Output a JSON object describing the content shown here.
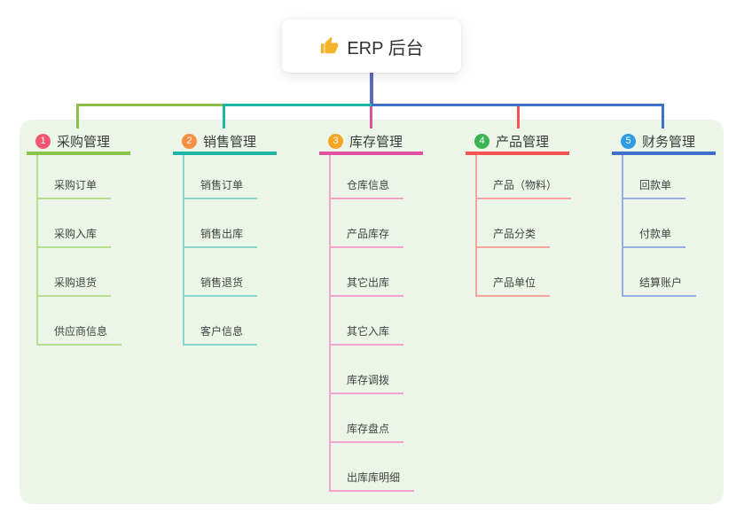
{
  "root": {
    "label": "ERP 后台",
    "icon": "thumbs-up-icon",
    "icon_color": "#f3b32a"
  },
  "colors": {
    "panel_bg": "#ebf6e8",
    "root_line": "#5b68c7",
    "text_dark": "#3b3b3b"
  },
  "branches": [
    {
      "badge": "1",
      "badge_color": "#f4566f",
      "label": "采购管理",
      "color": "#8bc34a",
      "light_color": "#b7dd93",
      "children": [
        "采购订单",
        "采购入库",
        "采购退货",
        "供应商信息"
      ]
    },
    {
      "badge": "2",
      "badge_color": "#fa8e42",
      "label": "销售管理",
      "color": "#1db5a7",
      "light_color": "#8ad6cb",
      "children": [
        "销售订单",
        "销售出库",
        "销售退货",
        "客户信息"
      ]
    },
    {
      "badge": "3",
      "badge_color": "#f6a623",
      "label": "库存管理",
      "color": "#e0519f",
      "light_color": "#f2a2cd",
      "children": [
        "仓库信息",
        "产品库存",
        "其它出库",
        "其它入库",
        "库存调拨",
        "库存盘点",
        "出库库明细"
      ]
    },
    {
      "badge": "4",
      "badge_color": "#3db452",
      "label": "产品管理",
      "color": "#f45352",
      "light_color": "#f7a3a0",
      "children": [
        "产品（物料）",
        "产品分类",
        "产品单位"
      ]
    },
    {
      "badge": "5",
      "badge_color": "#2d9ce3",
      "label": "财务管理",
      "color": "#3e70c9",
      "light_color": "#94afe0",
      "children": [
        "回款单",
        "付款单",
        "结算账户"
      ]
    }
  ]
}
